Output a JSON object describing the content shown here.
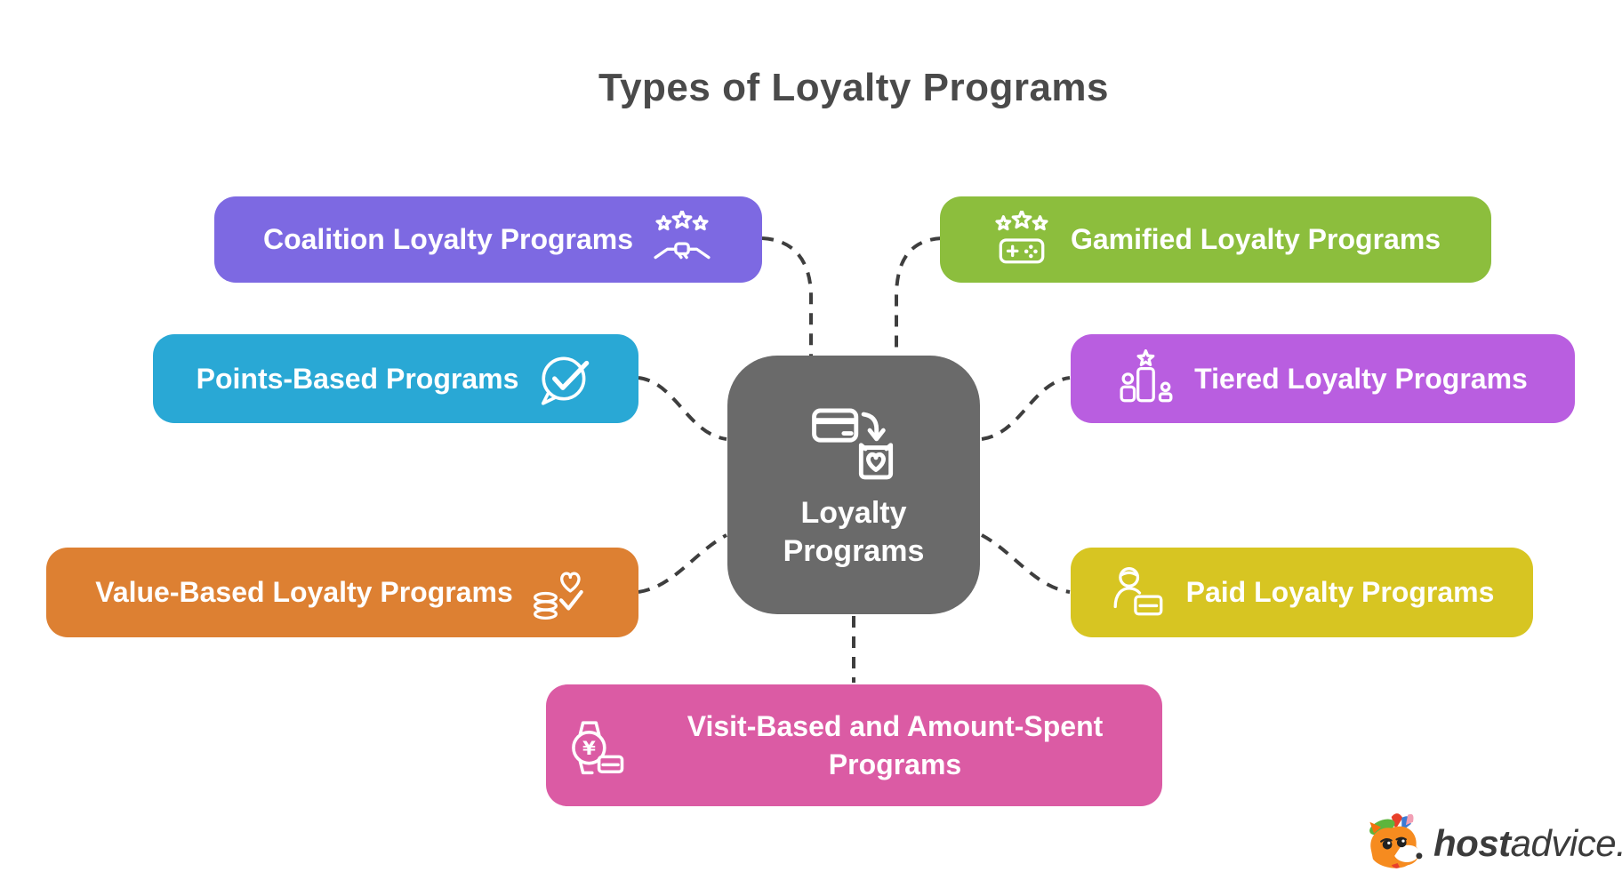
{
  "title": "Types of Loyalty Programs",
  "center": {
    "label": "Loyalty Programs",
    "color": "#6A6A6A",
    "icon": "card-to-loyalty-bag-icon"
  },
  "nodes": [
    {
      "id": "coalition",
      "label": "Coalition Loyalty Programs",
      "color": "#7D69E2",
      "icon": "stars-handshake-icon",
      "icon_side": "right"
    },
    {
      "id": "gamified",
      "label": "Gamified Loyalty Programs",
      "color": "#8CBE3D",
      "icon": "stars-gamepad-icon",
      "icon_side": "left"
    },
    {
      "id": "points",
      "label": "Points-Based Programs",
      "color": "#29A8D5",
      "icon": "chat-check-icon",
      "icon_side": "right"
    },
    {
      "id": "tiered",
      "label": "Tiered Loyalty Programs",
      "color": "#B95EE0",
      "icon": "podium-star-icon",
      "icon_side": "left"
    },
    {
      "id": "value",
      "label": "Value-Based Loyalty Programs",
      "color": "#DD8032",
      "icon": "coins-heart-check-icon",
      "icon_side": "right"
    },
    {
      "id": "paid",
      "label": "Paid Loyalty Programs",
      "color": "#D7C522",
      "icon": "member-card-icon",
      "icon_side": "left"
    },
    {
      "id": "visit",
      "label": "Visit-Based and Amount-Spent Programs",
      "color": "#DB5BA4",
      "icon": "watch-payment-icon",
      "icon_side": "left"
    }
  ],
  "icons": {
    "currency_glyph": "¥"
  },
  "connectors": {
    "color": "#3E3E3E",
    "style": "dashed"
  },
  "logo": {
    "brand_bold": "host",
    "brand_regular": "advice."
  }
}
